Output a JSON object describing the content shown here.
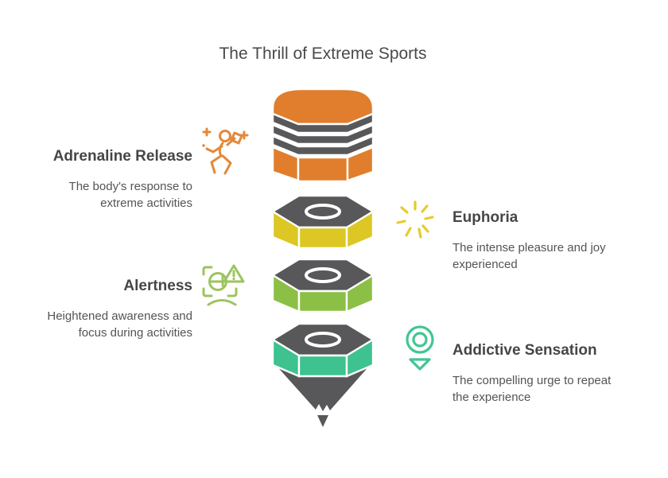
{
  "title": "The Thrill of Extreme Sports",
  "colors": {
    "orange": "#E07E2D",
    "yellow": "#DCC724",
    "green": "#8CBF45",
    "teal": "#3EC28F",
    "dark_gray": "#58585A",
    "title_text": "#4A4A4A",
    "heading_text": "#474645",
    "body_text": "#545454",
    "icon_orange": "#E2893B",
    "icon_yellow": "#E5CC2E",
    "icon_green": "#9CC45F",
    "icon_teal": "#41C693"
  },
  "sections": [
    {
      "label": "Adrenaline Release",
      "description": "The body's response to extreme activities",
      "description_lines": [
        "The body's response to",
        "extreme activities"
      ],
      "icon": "excited-person-icon",
      "side": "left",
      "funnel_color": "#E07E2D"
    },
    {
      "label": "Euphoria",
      "description": "The intense pleasure and joy experienced",
      "description_lines": [
        "The intense pleasure and joy",
        "experienced"
      ],
      "icon": "sparkle-burst-icon",
      "side": "right",
      "funnel_color": "#DCC724"
    },
    {
      "label": "Alertness",
      "description": "Heightened awareness and focus during activities",
      "description_lines": [
        "Heightened awareness and",
        "focus during activities"
      ],
      "icon": "alert-scan-face-icon",
      "side": "left",
      "funnel_color": "#8CBF45"
    },
    {
      "label": "Addictive Sensation",
      "description": "The compelling urge to repeat the experience",
      "description_lines": [
        "The compelling urge to repeat",
        "the experience"
      ],
      "icon": "pin-target-icon",
      "side": "right",
      "funnel_color": "#3EC28F"
    }
  ],
  "funnel": {
    "segment_count": 4,
    "segment_order_top_to_bottom": [
      "Adrenaline Release",
      "Euphoria",
      "Alertness",
      "Addictive Sensation"
    ],
    "tip": "cone-pointing-down"
  }
}
